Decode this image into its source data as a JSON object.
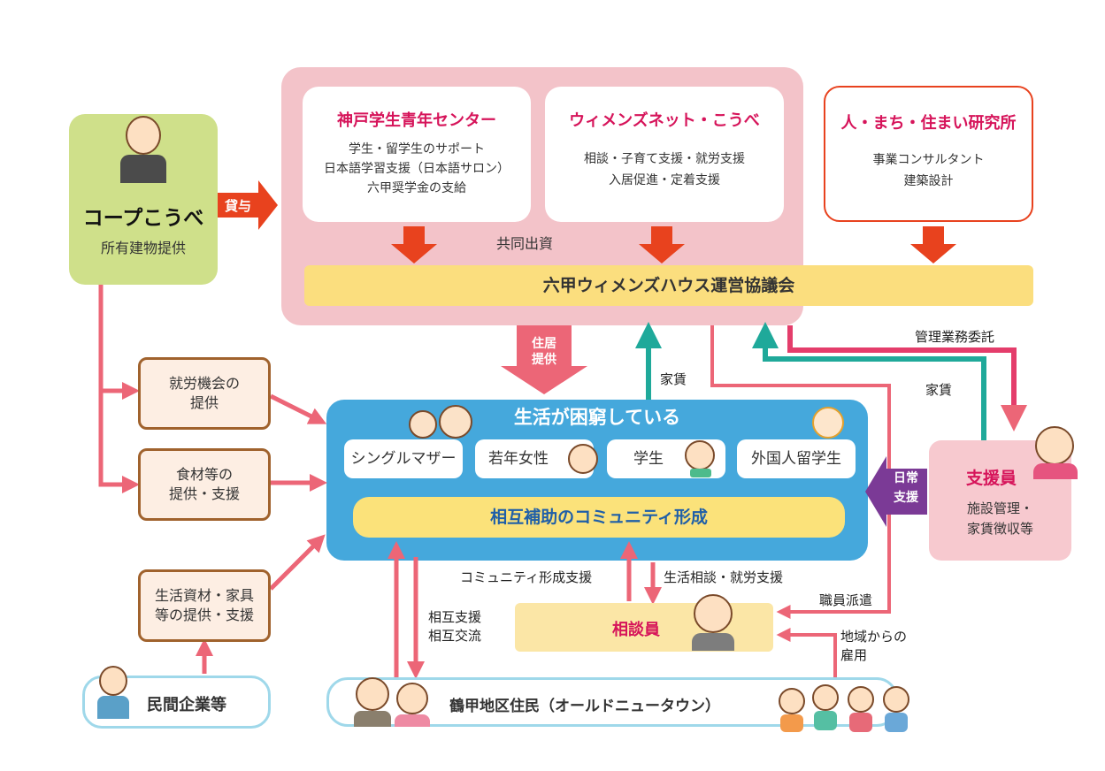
{
  "coop": {
    "name": "コープこうべ",
    "role": "所有建物提供"
  },
  "loan_arrow": "貸与",
  "center": {
    "name": "神戸学生青年センター",
    "lines": [
      "学生・留学生のサポート",
      "日本語学習支援（日本語サロン）",
      "六甲奨学金の支給"
    ]
  },
  "womensnet": {
    "name": "ウィメンズネット・こうべ",
    "lines": [
      "相談・子育て支援・就労支援",
      "入居促進・定着支援"
    ]
  },
  "lab": {
    "name": "人・まち・住まい研究所",
    "lines": [
      "事業コンサルタント",
      "建築設計"
    ]
  },
  "joint_investment": "共同出資",
  "council": "六甲ウィメンズハウス運営協議会",
  "housing_arrow": "住居\n提供",
  "rent_1": "家賃",
  "rent_2": "家賃",
  "mgmt_entrust": "管理業務委託",
  "need": {
    "title": "生活が困窮している",
    "groups": [
      "シングルマザー",
      "若年女性",
      "学生",
      "外国人留学生"
    ],
    "community": "相互補助のコミュニティ形成"
  },
  "supporter": {
    "title": "支援員",
    "lines": [
      "施設管理・",
      "家賃徴収等"
    ]
  },
  "daily_support": "日常\n支援",
  "side_boxes": [
    {
      "text": "就労機会の\n提供"
    },
    {
      "text": "食材等の\n提供・支援"
    },
    {
      "text": "生活資材・家具\n等の提供・支援"
    }
  ],
  "private": "民間企業等",
  "community_support": "コミュニティ形成支援",
  "life_consult": "生活相談・就労支援",
  "staff_dispatch": "職員派遣",
  "local_hire": "地域からの\n雇用",
  "mutual": "相互支援\n相互交流",
  "counselor": "相談員",
  "residents": "鶴甲地区住民（オールドニュータウン）",
  "colors": {
    "pink_arrow": "#ec6677",
    "red_arrow": "#e8421e",
    "teal_arrow": "#1fa99a",
    "purple_arrow": "#7b3a96",
    "title_red": "#d6145a",
    "blue_box": "#4aa7d8",
    "community_bar": "#fbe27a",
    "council_bar": "#fbde7e"
  }
}
